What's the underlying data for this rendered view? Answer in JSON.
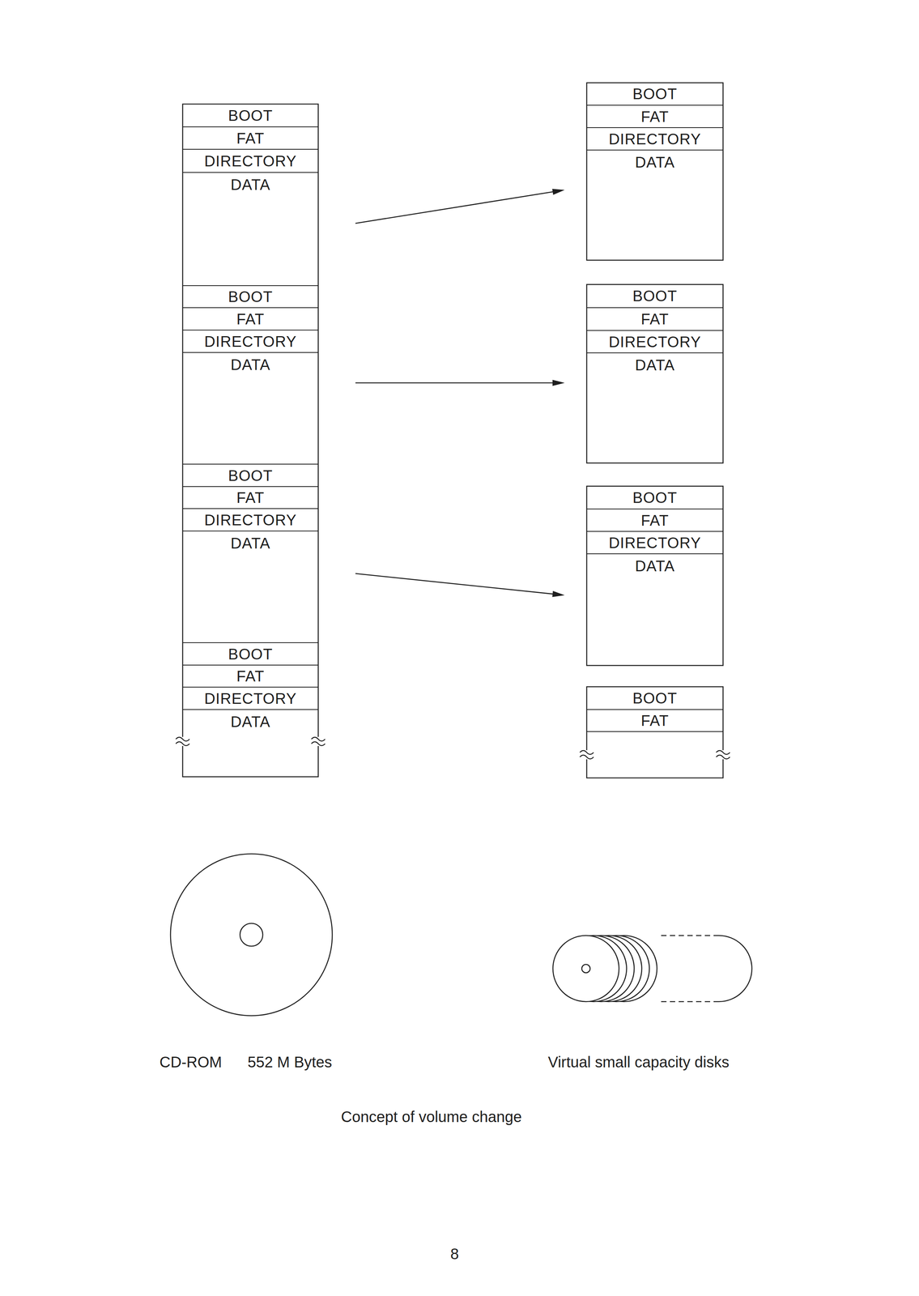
{
  "diagram": {
    "caption": "Concept of volume change",
    "nodes": [
      {
        "text": [
          "BOOT"
        ]
      },
      {
        "text": [
          "FAT"
        ]
      },
      {
        "text": [
          "DIRECTORY"
        ]
      },
      {
        "text": [
          "DATA"
        ]
      },
      {
        "text": [
          "BOOT"
        ]
      },
      {
        "text": [
          "FAT"
        ]
      },
      {
        "text": [
          "DIRECTORY"
        ]
      },
      {
        "text": [
          "DATA"
        ]
      },
      {
        "text": [
          "BOOT"
        ]
      },
      {
        "text": [
          "FAT"
        ]
      },
      {
        "text": [
          "DIRECTORY"
        ]
      },
      {
        "text": [
          "DATA"
        ]
      },
      {
        "text": [
          "BOOT"
        ]
      },
      {
        "text": [
          "FAT"
        ]
      },
      {
        "text": [
          "DIRECTORY"
        ]
      },
      {
        "text": [
          "DATA"
        ]
      },
      {
        "text": [
          "BOOT"
        ]
      },
      {
        "text": [
          "FAT"
        ]
      },
      {
        "text": [
          "DIRECTORY"
        ]
      },
      {
        "text": [
          "DATA"
        ]
      },
      {
        "text": [
          "BOOT"
        ]
      },
      {
        "text": [
          "FAT"
        ]
      },
      {
        "text": [
          "DIRECTORY"
        ]
      },
      {
        "text": [
          "DATA"
        ]
      },
      {
        "text": [
          "BOOT"
        ]
      },
      {
        "text": [
          "FAT"
        ]
      },
      {
        "text": [
          "DIRECTORY"
        ]
      },
      {
        "text": [
          "DATA"
        ]
      },
      {
        "text": [
          "BOOT"
        ]
      },
      {
        "text": [
          "FAT"
        ]
      }
    ],
    "edges": [
      {
        "from": 3,
        "to": 19,
        "arrow": "to"
      },
      {
        "from": 7,
        "to": 23,
        "arrow": "to"
      },
      {
        "from": 11,
        "to": 27,
        "arrow": "to"
      }
    ],
    "labels": [
      "CD-ROM",
      "552 M Bytes",
      "Virtual small capacity disks",
      "8"
    ]
  }
}
